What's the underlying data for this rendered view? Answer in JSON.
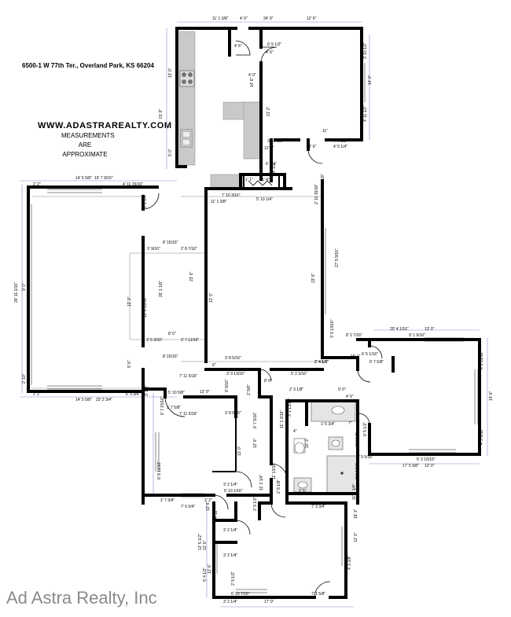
{
  "address": "6500-1 W 77th Ter., Overland Park, KS 66204",
  "website": "WWW.ADASTRAREALTY.COM",
  "disclaimer": [
    "MEASUREMENTS",
    "ARE",
    "APPROXIMATE"
  ],
  "watermark": "Ad Astra Realty, Inc",
  "colors": {
    "wall": "#000000",
    "dimension_line": "#6666cc",
    "counter": "#c8c8c8",
    "window": "#888888"
  },
  "dimensions": {
    "top_1": "11' 1 3/8\"",
    "top_2": "4' 0\"",
    "top_3": "24' 0\"",
    "top_4": "12' 6\"",
    "kitchen_side": "21' 8\"",
    "kitchen_inner": "13' 0\"",
    "kitchen_small": "5' 0\"",
    "k_4_6": "4' 6\"",
    "k_4_0": "4' 0\"",
    "k_14_6": "14' 6\"",
    "k_21_2": "21' 2\"",
    "br_6_5": "6' 5 1/2\"",
    "br_4_6": "4' 6\"",
    "br_3_10": "3' 10 1/2\"",
    "br_14_0": "14' 0\"",
    "br_4_11": "4' 11 1/2\"",
    "br_11": "11\"",
    "br_12_6": "12' 6\"",
    "br_4_5": "4' 5 1/4\"",
    "br_4_7": "4' 7 5/8\"",
    "hall_3_10": "3' 10 3/8\"",
    "hall_12_1": "12' 1\"",
    "hall_6_1": "6' 1/4\"",
    "hall_4_1": "4' 1/2\"",
    "hall_1_1": "1' 1\"",
    "hall_1_4": "1' 4\"",
    "hall_7_10": "7' 10 3/16\"",
    "hall_5_10": "5' 10 1/4\"",
    "hall_11_1": "11' 1 3/8\"",
    "hall_8_1": "8' 1/8\"",
    "hall_2_11": "2' 11 15/16\"",
    "lr_top_1": "14' 5 5/8\"",
    "lr_top_2": "19' 7 9/16\"",
    "lr_top_3": "4' 11 15/16\"",
    "lr_2_2": "2' 2\"",
    "lr_26_11": "26' 11 1/16\"",
    "lr_9": "9' 0\"",
    "lr_2_2_b": "2' 2 1/4\"",
    "lr_2_10": "2' 10\"",
    "lr_bot_1": "14' 5 5/8\"",
    "lr_bot_2": "23' 2 3/4\"",
    "lr_6_3": "6' 3 3/4\"",
    "lr_bot_3": "2' 2\"",
    "din_8_15": "8' 15/16\"",
    "din_3_9": "3' 9/16\"",
    "din_2_8": "2' 8 7/16\"",
    "din_12": "12' 0\"",
    "din_26_1": "26' 1 1/8\"",
    "din_19_8": "19' 8 13/16\"",
    "din_23_6": "23' 6\"",
    "din_12_b": "12' 0\"",
    "din_8_0": "8' 0\"",
    "din_3_5": "3' 5 3/16\"",
    "din_2_7": "2' 7 11/16\"",
    "din_8_15b": "8' 15/16\"",
    "din_5_6": "5' 6\"",
    "din_6": "6\"",
    "fam_27_5": "27' 5 9/16\"",
    "fam_23_6": "23' 6\"",
    "fam_3_6": "3' 6 13/16\"",
    "mb_20_4": "20' 4 1/16\"",
    "mb_13_0": "13' 0\"",
    "mb_8_2": "8' 2 7/16\"",
    "mb_9_1": "9' 1 9/16\"",
    "mb_10": "10' 1\"",
    "mb_2_4": "2' 4 1/8\"",
    "mb_6_5": "6' 5 1/16\"",
    "mb_6_7": "6' 7 5/8\"",
    "mb_4_2": "4' 2 11/16\"",
    "mb_14_6": "14' 6\"",
    "mb_4_3": "4' 3 5/16\"",
    "mb_5_3": "5' 3 15/16\"",
    "mb_17_5": "17' 5 5/8\"",
    "mb_13": "13' 0\"",
    "mb_5_5": "5' 5 5/16\"",
    "h_7_11": "7' 11 5/16\"",
    "h_3_8": "3' 8 5/16\"",
    "h_3_9": "3' 9 13/16\"",
    "h_2_5": "2' 5/8\"",
    "h_5_2": "5' 2 3/16\"",
    "h_2_4": "2' 4 5/8\"",
    "h_8_0": "8' 0\"",
    "h_12_0": "12' 0\"",
    "h_8_9": "8' 9/16\"",
    "h_5_10": "5' 10 5/8\"",
    "h_6_7": "6' 7 15/16\"",
    "h_1_7": "1' 7 5/8\"",
    "h_3_1": "3' 1/8\"",
    "h_7_11b": "7' 11 5/16\"",
    "h_3_8b": "3' 8 5/16\"",
    "bath_3_1": "2' 3 1/8\"",
    "bath_9_0": "9' 0\"",
    "bath_4_6": "4' 6\"",
    "bath_1_6": "1' 6 3/4\"",
    "bath_3_1b": "3' 1 13/16\"",
    "bath_7": "7\"",
    "bath_6_5": "6' 5 1/2\"",
    "bath_2_3": "2' 3 5/8\"",
    "bath_10_3": "10' 3\"",
    "bath_11_1": "11' 1 3/16\"",
    "bath_2_8": "2' 8 1/8\"",
    "bath_2_5": "2' 5\"",
    "bath_6_5b": "6' 5 1/16\"",
    "bath_11_13": "11' 13/16\"",
    "bath_11_1b": "11' 1 1/4\"",
    "bath_4": "4\"",
    "bd2_12_6": "12' 6\"",
    "bd2_11_16": "12' 11 1/16\"",
    "bd2_6_8": "6' 8 11/16\"",
    "bd2_6_7": "6' 7 5/16\"",
    "bd2_3_2": "3' 2 1/4\"",
    "bd2_5_10": "5' 10 1/16\"",
    "bd2_12_0": "12' 0\"",
    "bd2_2_7": "2' 7 3/4\"",
    "bd2_7_9": "7' 9 3/4\"",
    "bd2_12_6b": "12' 6\"",
    "bd2_2_2": "2' 2\"",
    "bd2_4_11": "4' 11\"",
    "bd2_3_2b": "3' 2 1/4\"",
    "bd2_11_3": "11' 3 1/4\"",
    "bd2_2_9": "2' 9 1/2\"",
    "bd3_12_6": "12' 6\"",
    "bd3_7_3": "7' 3 3/4\"",
    "bd3_18": "18' 3\"",
    "bd3_12": "12' 0\"",
    "bd3_3_2": "3' 2 1/4\"",
    "bd3_2_9": "2' 9 1/2\"",
    "bd3_4_3": "4' 3 3/8\"",
    "bd3_5_4": "5' 4 1/2\"",
    "bd3_6_10": "6' 10 7/16\"",
    "bd3_7_1": "7' 1 5/8\"",
    "bd3_3_2b": "3' 2 1/4\"",
    "bd3_17": "17' 0\"",
    "bd3_12_6b": "12' 6\"",
    "bd3_12_5": "12' 5 1/2\""
  }
}
